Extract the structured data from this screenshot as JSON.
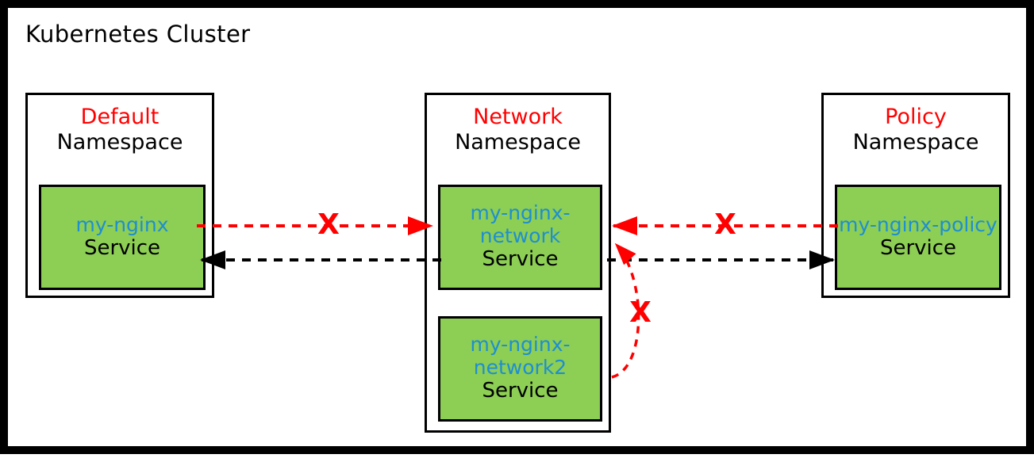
{
  "cluster": {
    "title": "Kubernetes Cluster",
    "border_color": "#000000",
    "background": "#ffffff"
  },
  "colors": {
    "namespace_name": "#FF0000",
    "namespace_label": "#000000",
    "service_box": "#8DCE54",
    "service_name": "#1E8FD0",
    "service_kind": "#000000",
    "blocked_edge": "#FF0000",
    "allowed_edge": "#000000"
  },
  "namespaces": [
    {
      "name": "Default",
      "label": "Namespace",
      "services": [
        {
          "name": "my-nginx",
          "kind": "Service"
        }
      ]
    },
    {
      "name": "Network",
      "label": "Namespace",
      "services": [
        {
          "name": "my-nginx-network",
          "kind": "Service"
        },
        {
          "name": "my-nginx-network2",
          "kind": "Service"
        }
      ]
    },
    {
      "name": "Policy",
      "label": "Namespace",
      "services": [
        {
          "name": "my-nginx-policy",
          "kind": "Service"
        }
      ]
    }
  ],
  "edges": [
    {
      "id": "default-to-network",
      "from": "my-nginx",
      "to": "my-nginx-network",
      "style": "dashed",
      "color": "#FF0000",
      "blocked": true,
      "marker": "X"
    },
    {
      "id": "network-to-default",
      "from": "my-nginx-network",
      "to": "my-nginx",
      "style": "dashed",
      "color": "#000000",
      "blocked": false,
      "marker": ""
    },
    {
      "id": "policy-to-network",
      "from": "my-nginx-policy",
      "to": "my-nginx-network",
      "style": "dashed",
      "color": "#FF0000",
      "blocked": true,
      "marker": "X"
    },
    {
      "id": "network-to-policy",
      "from": "my-nginx-network",
      "to": "my-nginx-policy",
      "style": "dashed",
      "color": "#000000",
      "blocked": false,
      "marker": ""
    },
    {
      "id": "network2-to-network",
      "from": "my-nginx-network2",
      "to": "my-nginx-network",
      "style": "dashed-curved",
      "color": "#FF0000",
      "blocked": true,
      "marker": "X"
    }
  ],
  "markers": {
    "x_left": "X",
    "x_right": "X",
    "x_curve": "X"
  }
}
